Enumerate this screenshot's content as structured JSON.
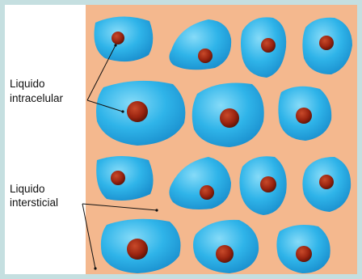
{
  "labels": {
    "intracellular_line1": "Liquido",
    "intracellular_line2": "intracelular",
    "interstitial_line1": "Liquido",
    "interstitial_line2": "intersticial"
  },
  "colors": {
    "frame_bg": "#c5dfe0",
    "panel_bg": "#ffffff",
    "interstitial_fluid": "#f4b88e",
    "cell_fill": "#2fb4e9",
    "cell_highlight": "#7fd6f6",
    "nucleus_fill": "#9a2410",
    "nucleus_shadow": "#5a1206",
    "leader_line": "#111111"
  }
}
